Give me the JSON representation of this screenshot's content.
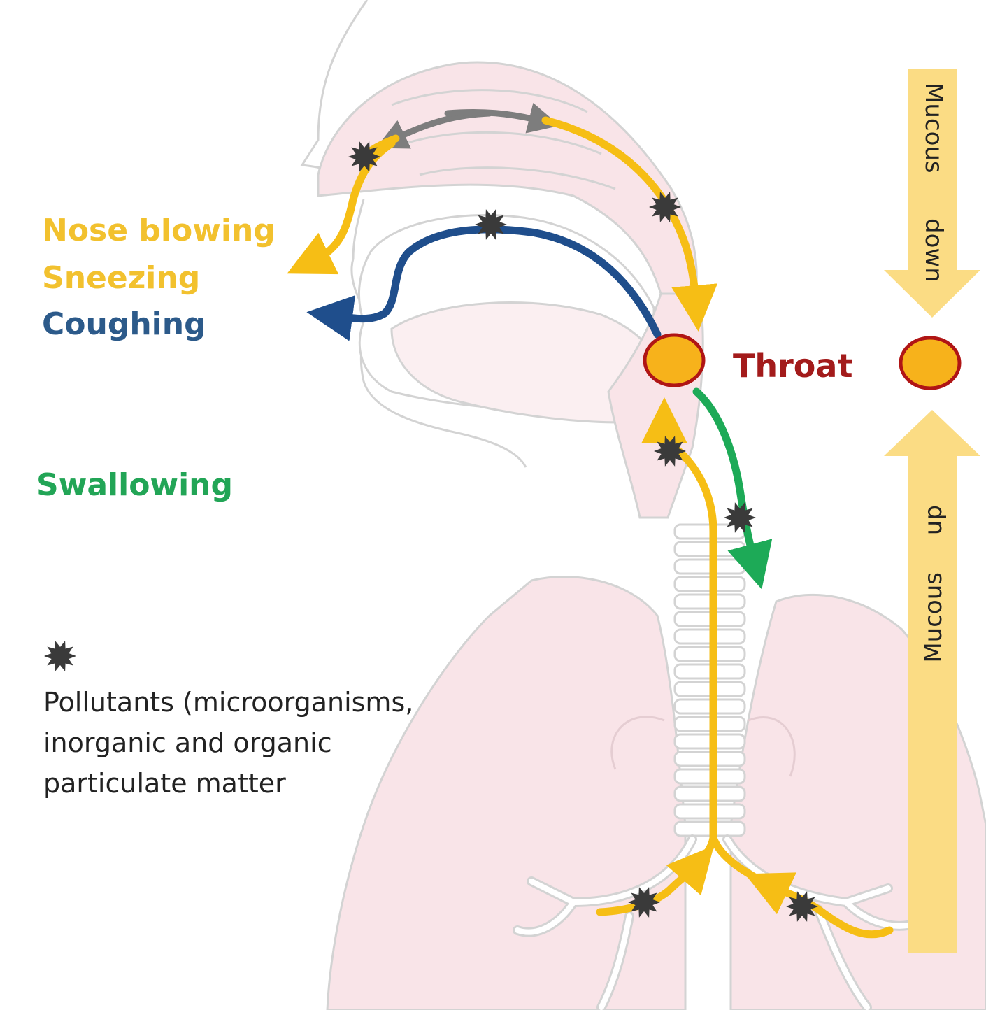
{
  "labels": {
    "nose_blowing": "Nose blowing",
    "sneezing": "Sneezing",
    "coughing": "Coughing",
    "swallowing": "Swallowing",
    "throat": "Throat"
  },
  "legend": {
    "icon": "pollutant-particle-icon",
    "line1": "Pollutants (microorganisms,",
    "line2": "inorganic  and organic",
    "line3": "particulate matter"
  },
  "mucous_down": {
    "word1": "Mucous",
    "word2": "down"
  },
  "mucous_up": {
    "word1": "Mucous",
    "word2": "up"
  },
  "colors": {
    "yellow": "#F6BE15",
    "yellow_label": "#F2C12E",
    "blue": "#1F4E8C",
    "blue_label": "#2C5A8A",
    "green": "#1DAA57",
    "green_label": "#22A556",
    "gray": "#7D7D7D",
    "throat_label": "#A31B1B",
    "throat_fill": "#F7B21B",
    "throat_stroke": "#B01515",
    "pale_arrow": "#FBDC84",
    "anatomy_fill": "#F9E4E8",
    "anatomy_line": "#D3D3D3",
    "pollutant": "#3A3A3A"
  }
}
